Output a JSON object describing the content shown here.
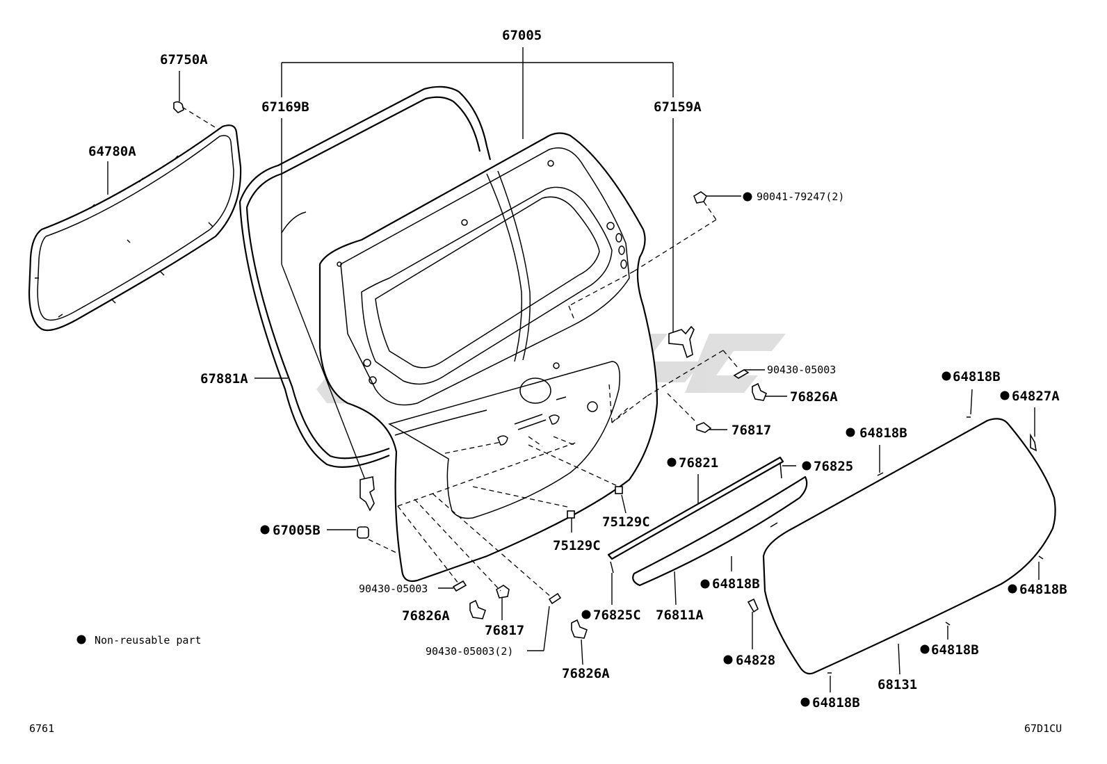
{
  "labels": {
    "l_67005": "67005",
    "l_67750A": "67750A",
    "l_67169B": "67169B",
    "l_67159A": "67159A",
    "l_64780A": "64780A",
    "l_90041": "90041-79247(2)",
    "l_67881A": "67881A",
    "l_90430_r": "90430-05003",
    "l_76826A_r": "76826A",
    "l_76817_r": "76817",
    "l_64818B_1": "64818B",
    "l_64827A": "64827A",
    "l_64818B_2": "64818B",
    "l_76821": "76821",
    "l_76825": "76825",
    "l_75129C_r": "75129C",
    "l_75129C_l": "75129C",
    "l_67005B": "67005B",
    "l_90430_l": "90430-05003",
    "l_76826A_l": "76826A",
    "l_76817_l": "76817",
    "l_76825C": "76825C",
    "l_76811A": "76811A",
    "l_64818B_3": "64818B",
    "l_64818B_4": "64818B",
    "l_90430_2": "90430-05003(2)",
    "l_76826A_b": "76826A",
    "l_64828": "64828",
    "l_64818B_5": "64818B",
    "l_68131": "68131",
    "l_64818B_6": "64818B"
  },
  "legend": {
    "text": "Non-reusable part"
  },
  "footer": {
    "left_code": "6761",
    "right_code": "67D1CU"
  }
}
